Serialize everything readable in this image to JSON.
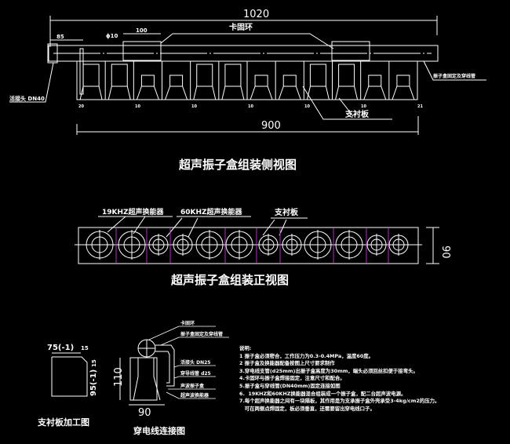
{
  "side_view": {
    "title": "超声振子盒组装侧视图",
    "dim_total": "1020",
    "dim_body": "900",
    "dim_85": "85",
    "dim_100": "100",
    "dim_phi": "ϕ10",
    "clamp_ring": "卡固环",
    "union_label": "活接头 DN40",
    "pipe_label": "振子盒固定及穿线管",
    "plate_label": "支衬板",
    "small_dims": [
      "20",
      "10",
      "10",
      "10",
      "10",
      "10",
      "21"
    ]
  },
  "front_view": {
    "title": "超声振子盒组装正视图",
    "label_19k": "19KHZ超声换能器",
    "label_60k": "60KHZ超声换能器",
    "plate_label": "支衬板",
    "dim_height": "90",
    "transducers": [
      "L",
      "L",
      "S",
      "S",
      "L",
      "L",
      "S",
      "S",
      "L",
      "L",
      "S",
      "S"
    ]
  },
  "plate_drawing": {
    "title": "支衬板加工图",
    "dim_w": "75(-1)",
    "dim_c1": "15",
    "dim_h": "95(-1)",
    "dim_c2": "15"
  },
  "wiring_drawing": {
    "title": "穿电线连接图",
    "dim_h": "110",
    "dim_w": "90",
    "labels": [
      "卡固环",
      "振子盒固定及穿线管",
      "活接头 DN25",
      "穿导线管 d25",
      "声波振子盒",
      "超声波换能器"
    ]
  },
  "notes": {
    "heading": "说明:",
    "items": [
      "1 振子盒必须密合，工作压力为0.3-0.4MPa，温度60度。",
      "2 振子盒及换能器配备按图上尺寸要求制作",
      "3.穿电线支管(d25mm)出振子盒高度为30mm，端头必须回丝扣便于接弯头。",
      "4.卡固环与振子盒焊接固定，注意尺寸和配合。",
      "5.振子盒与穿线管(DN40mm)固定连接如图",
      "6.  19KHZ和60KHZ换能器混合组装成一个振子盒，配二台超声波电源。",
      "7.每个超声换能器之间有一块隔板，其作用是为支承振子盒外壳承受3-4kg/cm2的压力。",
      "   可在两侧点焊固定，板必须垂直，还需要留出穿电线口子。"
    ]
  },
  "colors": {
    "line": "#ffffff",
    "divider": "#b030c0"
  }
}
